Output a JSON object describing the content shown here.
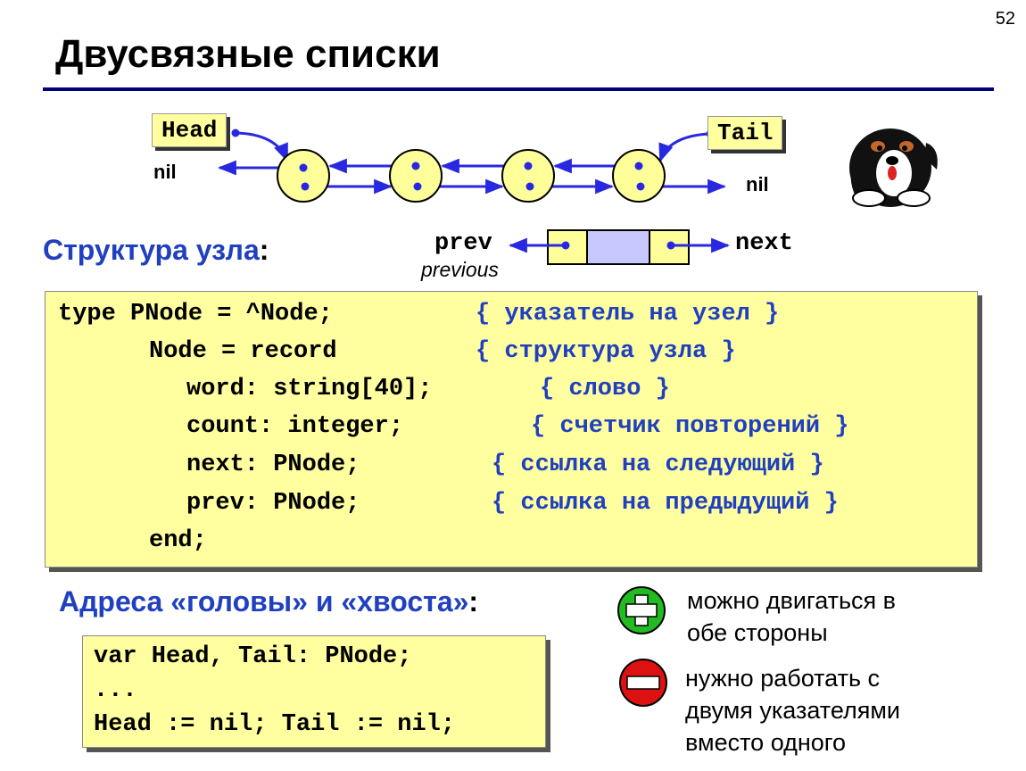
{
  "slide_number": "52",
  "title": "Двусвязные списки",
  "diagram": {
    "head_label": "Head",
    "tail_label": "Tail",
    "nil_left": "nil",
    "nil_right": "nil"
  },
  "node_structure": {
    "heading": "Структура узла",
    "colon": ":",
    "prev_label": "prev",
    "previous_label": "previous",
    "next_label": "next"
  },
  "code_type": {
    "lines": [
      {
        "code": "type PNode = ^Node;",
        "comment": "{ указатель на узел }"
      },
      {
        "code": "Node = record",
        "comment": "{ структура узла }"
      },
      {
        "code": "word: string[40];",
        "comment": "{ слово }"
      },
      {
        "code": "count: integer;",
        "comment": "{ счетчик повторений }"
      },
      {
        "code": "next: PNode;",
        "comment": "{ ссылка на следующий }"
      },
      {
        "code": "prev: PNode;",
        "comment": "{ ссылка на предыдущий }"
      },
      {
        "code": "end;",
        "comment": ""
      }
    ]
  },
  "addresses": {
    "heading": "Адреса «головы» и «хвоста»",
    "colon": ":",
    "code": [
      "var Head, Tail: PNode;",
      "...",
      "Head := nil; Tail := nil;"
    ]
  },
  "pros": {
    "plus_line1": "можно двигаться в",
    "plus_line2": "обе стороны",
    "minus_line1": "нужно работать с",
    "minus_line2": "двумя указателями",
    "minus_line3": "вместо одного"
  },
  "colors": {
    "arrow": "#2828e0",
    "node_fill": "#ffff99",
    "code_bg": "#ffffa0",
    "heading_blue": "#2040c0",
    "plus_green": "#22bb22",
    "minus_red": "#dd1111"
  }
}
